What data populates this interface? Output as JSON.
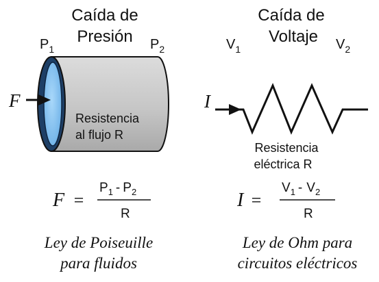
{
  "left": {
    "title_line1": "Caída de",
    "title_line2": "Presión",
    "p1_main": "P",
    "p1_sub": "1",
    "p2_main": "P",
    "p2_sub": "2",
    "force_symbol": "F",
    "resistance_line1": "Resistencia",
    "resistance_line2": "al flujo R",
    "equation": {
      "lhs": "F",
      "equals": "=",
      "num_a_main": "P",
      "num_a_sub": "1",
      "minus": "-",
      "num_b_main": "P",
      "num_b_sub": "2",
      "denominator": "R"
    },
    "caption_line1": "Ley de Poiseuille",
    "caption_line2": "para fluidos"
  },
  "right": {
    "title_line1": "Caída de",
    "title_line2": "Voltaje",
    "v1_main": "V",
    "v1_sub": "1",
    "v2_main": "V",
    "v2_sub": "2",
    "current_symbol": "I",
    "resistance_line1": "Resistencia",
    "resistance_line2": "eléctrica R",
    "equation": {
      "lhs": "I",
      "equals": "=",
      "num_a_main": "V",
      "num_a_sub": "1",
      "minus": "-",
      "num_b_main": "V",
      "num_b_sub": "2",
      "denominator": "R"
    },
    "caption_line1": "Ley de Ohm para",
    "caption_line2": "circuitos eléctricos"
  },
  "colors": {
    "cylinder_body": "#c8c8c8",
    "rim_outer": "#1e3f66",
    "rim_inner": "#8ec7f2",
    "line": "#111111"
  }
}
